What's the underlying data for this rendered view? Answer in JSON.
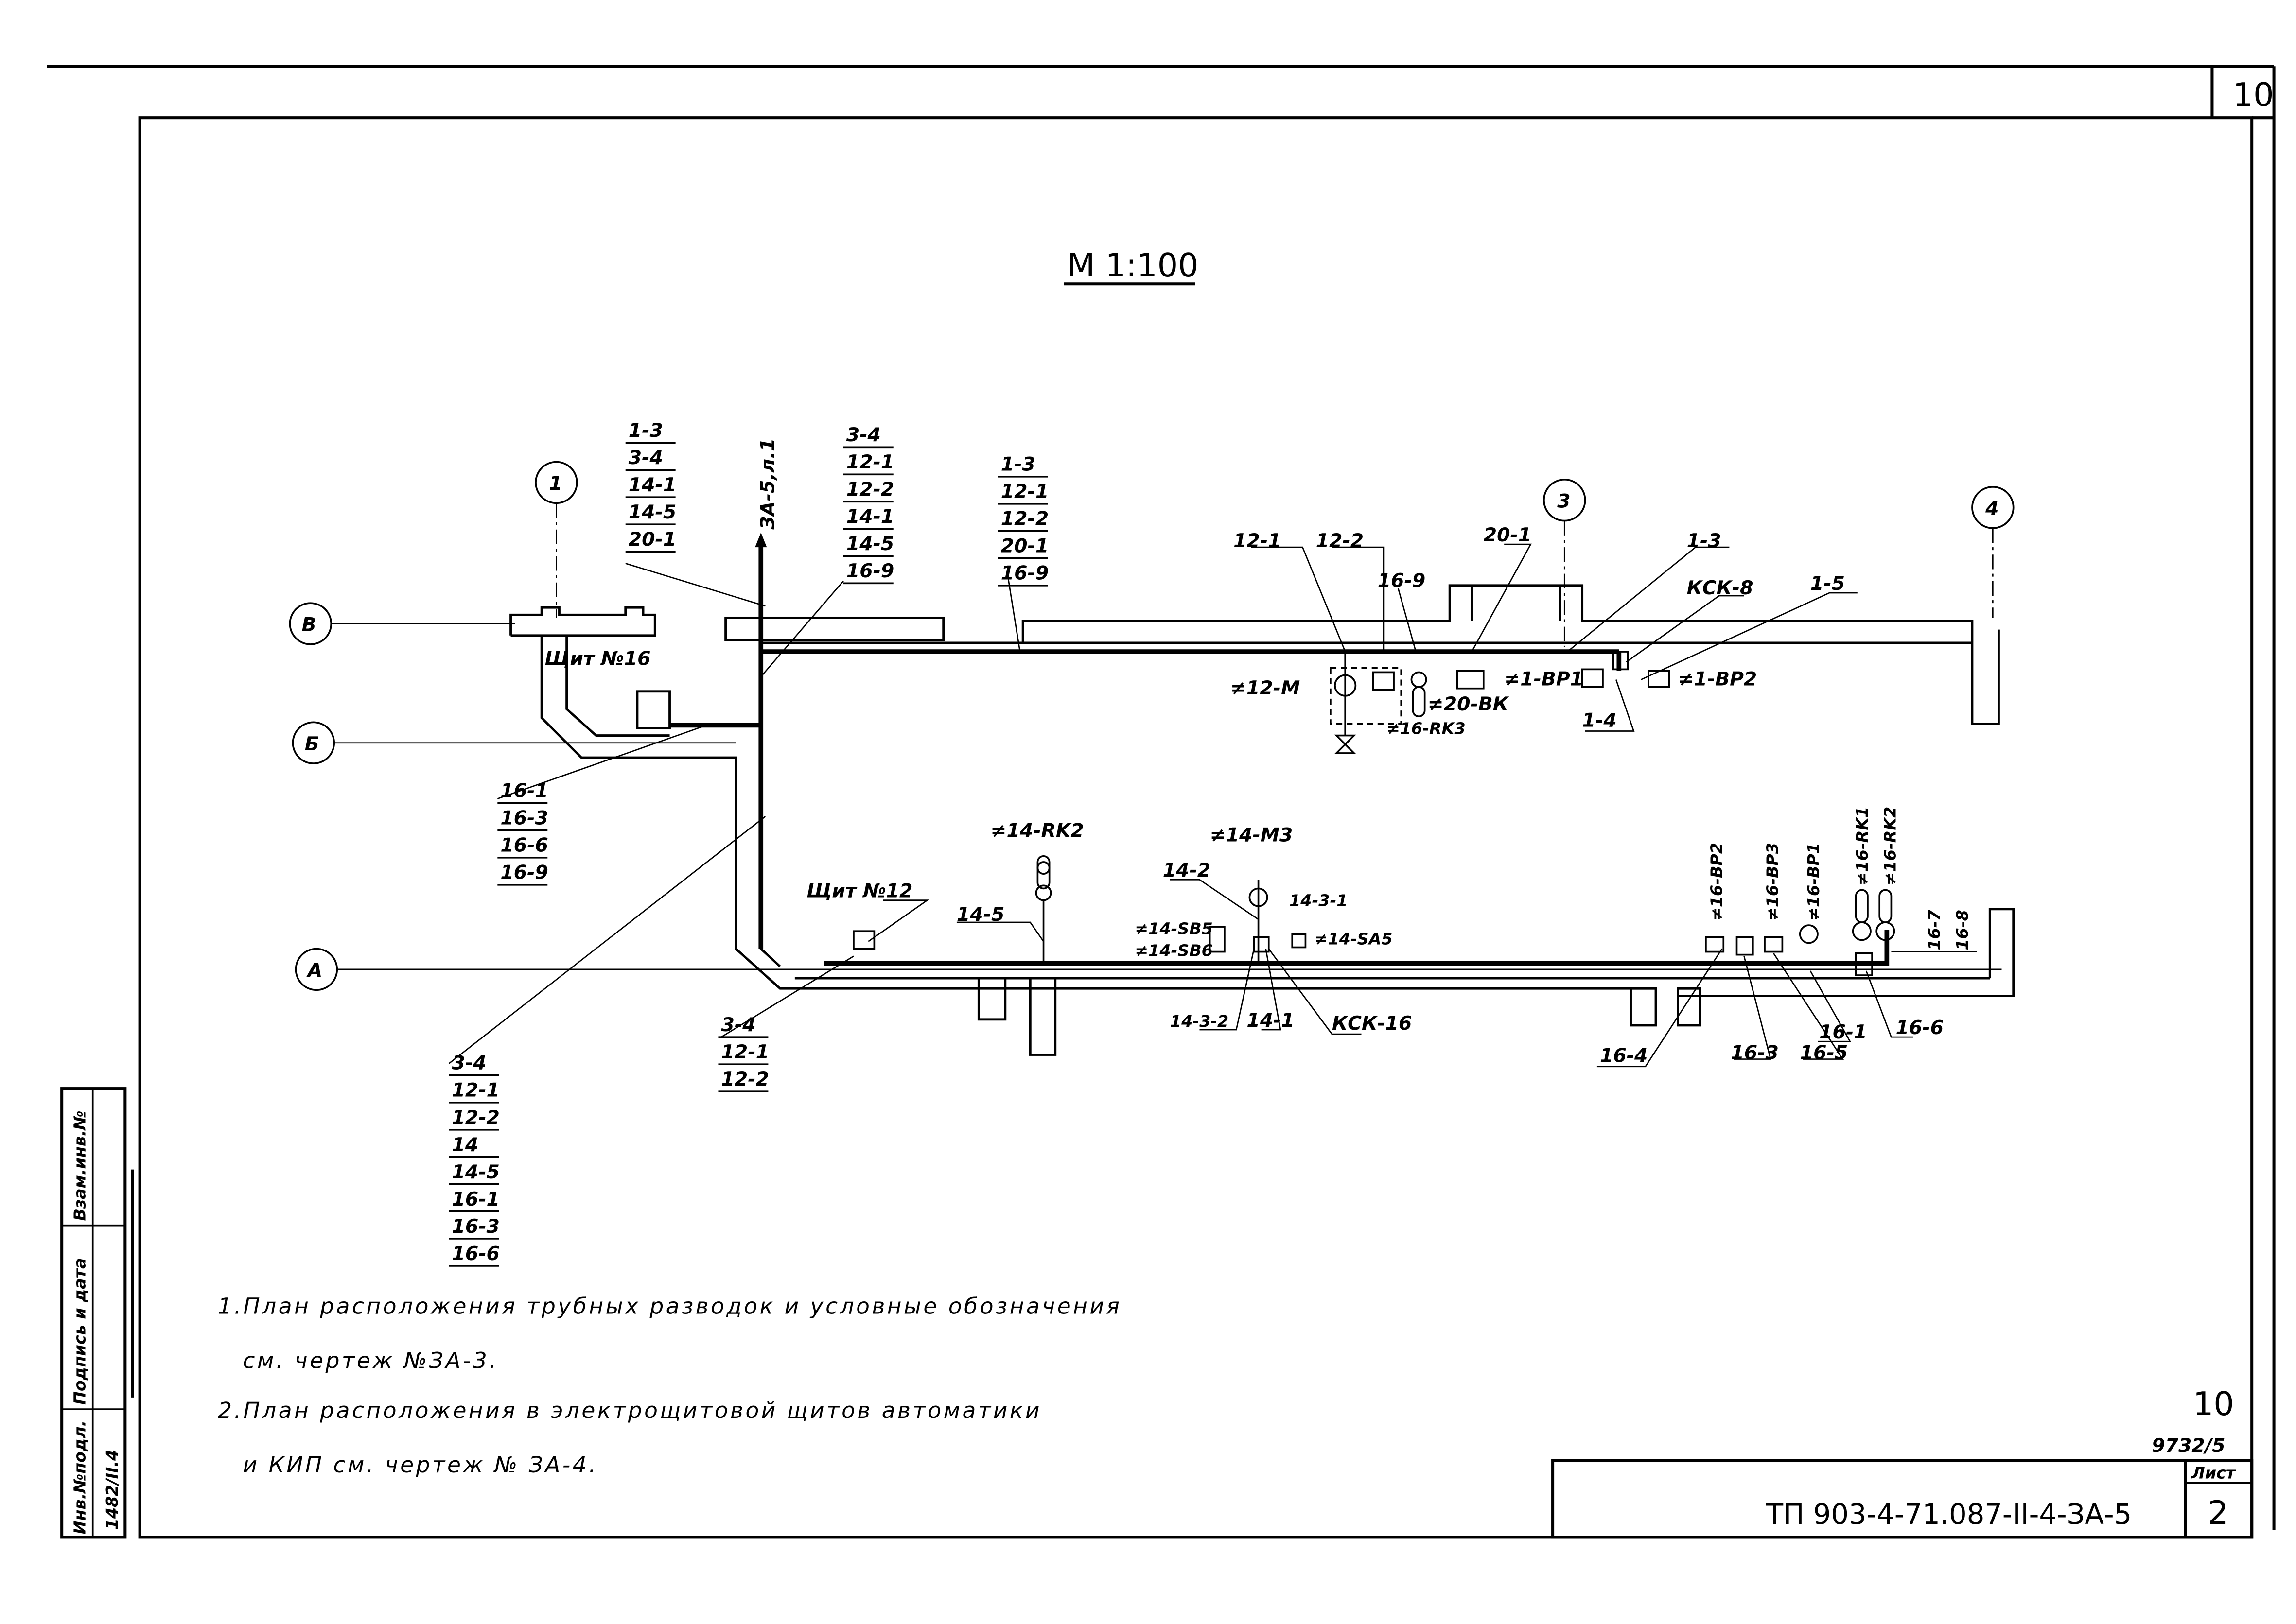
{
  "drawing": {
    "scale_title": "М 1:100",
    "sheet_corner_number": "10",
    "axes": {
      "a1": "1",
      "a3": "3",
      "a4": "4",
      "v": "В",
      "b": "Б",
      "a": "А"
    },
    "riser_ref": "ЗА-5,л.1",
    "stacks": {
      "s1": [
        "1-3",
        "3-4",
        "14-1",
        "14-5",
        "20-1"
      ],
      "s2": [
        "3-4",
        "12-1",
        "12-2",
        "14-1",
        "14-5",
        "16-9"
      ],
      "s3": [
        "1-3",
        "12-1",
        "12-2",
        "20-1",
        "16-9"
      ],
      "s4": [
        "16-1",
        "16-3",
        "16-6",
        "16-9"
      ],
      "s5": [
        "3-4",
        "12-1",
        "12-2"
      ],
      "s6": [
        "3-4",
        "12-1",
        "12-2",
        "14",
        "14-5",
        "16-1",
        "16-3",
        "16-6"
      ]
    },
    "labels": {
      "l12_1": "12-1",
      "l12_2": "12-2",
      "l16_9": "16-9",
      "l20_1": "20-1",
      "l1_3": "1-3",
      "ksk8": "КСК-8",
      "l1_5": "1-5",
      "l1_4": "1-4",
      "panel16": "Щит №16",
      "panel12": "Щит №12",
      "p12m": "≠12-М",
      "p16rk3": "≠16-RK3",
      "p20bk": "≠20-ВК",
      "p1bp1": "≠1-ВР1",
      "p1bp2": "≠1-ВР2",
      "p14rk2": "≠14-RK2",
      "p14m3": "≠14-М3",
      "l14_2": "14-2",
      "l14_3_1": "14-3-1",
      "l14_5": "14-5",
      "p14sb5": "≠14-SB5",
      "p14sb6": "≠14-SB6",
      "p14sa5": "≠14-SA5",
      "l14_3_2": "14-3-2",
      "l14_1": "14-1",
      "ksk16": "КСК-16",
      "p16bp2": "≠16-ВР2",
      "p16bp3": "≠16-ВР3",
      "p16bp1": "≠16-ВР1",
      "p16rk1": "≠16-RK1",
      "p16rk2": "≠16-RK2",
      "l16_7": "16-7",
      "l16_8": "16-8",
      "l16_4": "16-4",
      "l16_3": "16-3",
      "l16_5": "16-5",
      "l16_1": "16-1",
      "l16_6": "16-6"
    }
  },
  "notes": [
    "1.План расположения трубных разводок и условные обозначения",
    "см. чертеж №ЗА-3.",
    "2.План расположения в электрощитовой щитов автоматики",
    "и КИП см. чертеж № ЗА-4."
  ],
  "title_block": {
    "copy_number": "10",
    "order_number": "9732/5",
    "sheet_label": "Лист",
    "sheet_number": "2",
    "document_code": "ТП 903-4-71.087-II-4-ЗА-5"
  },
  "side_stamp": {
    "inv_orig": "Инв.№подл.",
    "signature_date": "Подпись и дата",
    "replace_inv": "Взам.инв.№",
    "inv_value": "1482/II.4"
  }
}
